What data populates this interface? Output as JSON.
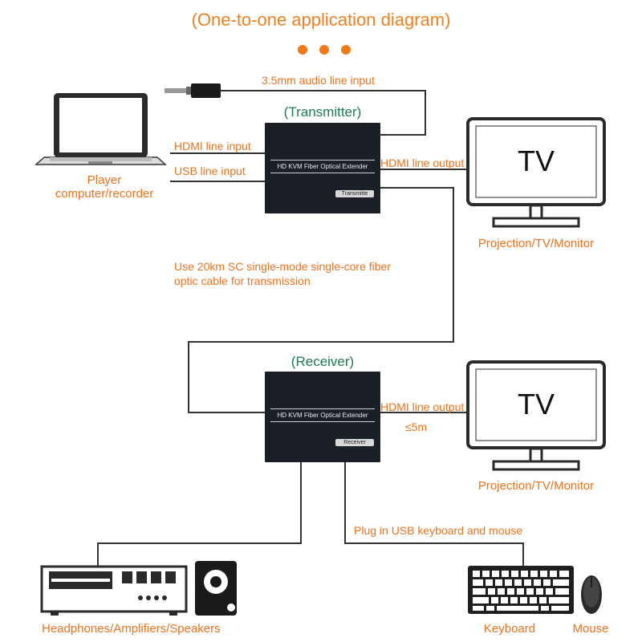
{
  "title": "(One-to-one application diagram)",
  "transmitter": {
    "heading": "(Transmitter)",
    "device_name": "HD KVM Fiber Optical Extender",
    "badge": "Transmitte"
  },
  "receiver": {
    "heading": "(Receiver)",
    "device_name": "HD KVM Fiber Optical Extender",
    "badge": "Receiver"
  },
  "labels": {
    "audio_input": "3.5mm audio line input",
    "hdmi_input": "HDMI line input",
    "usb_input": "USB line input",
    "hdmi_output_top": "HDMI line output",
    "hdmi_output_bottom": "HDMI line output",
    "distance": "≤5m",
    "fiber_line1": "Use 20km SC single-mode single-core fiber",
    "fiber_line2": "optic cable for transmission",
    "usb_plug": "Plug in USB keyboard and mouse"
  },
  "captions": {
    "player_line1": "Player",
    "player_line2": "computer/recorder",
    "tv_top": "Projection/TV/Monitor",
    "tv_bottom": "Projection/TV/Monitor",
    "audio": "Headphones/Amplifiers/Speakers",
    "keyboard": "Keyboard",
    "mouse": "Mouse"
  },
  "tv_screen_text": "TV",
  "colors": {
    "accent": "#e8731f",
    "heading": "#1e7a4e",
    "device": "#1b1f27"
  }
}
